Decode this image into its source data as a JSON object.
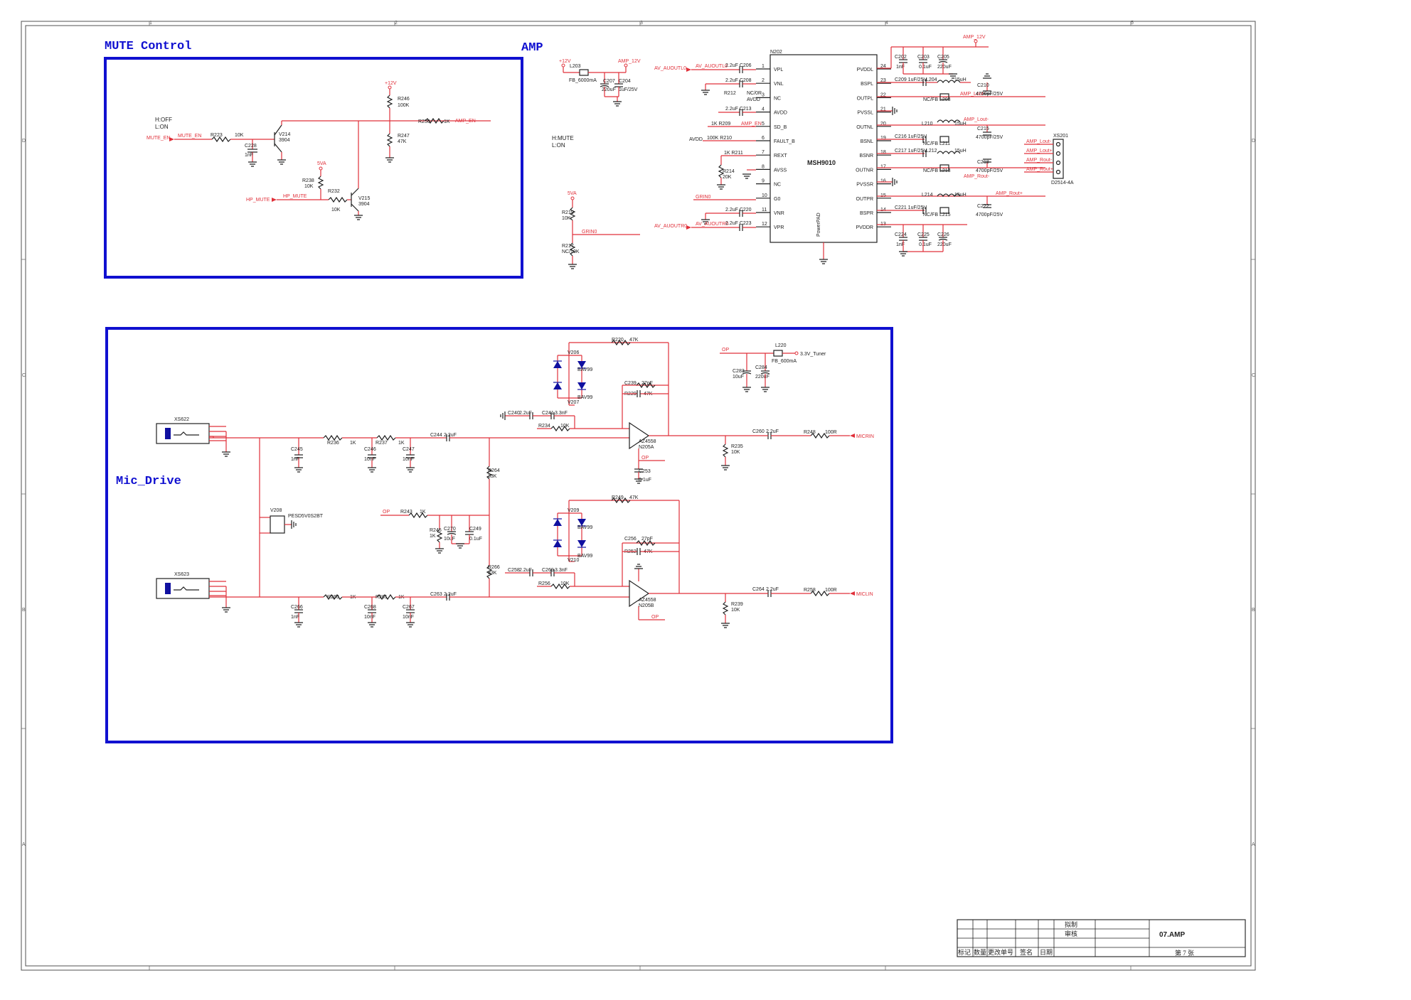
{
  "sections": {
    "mute_title": "MUTE Control",
    "amp_title": "AMP",
    "mic_title": "Mic_Drive"
  },
  "mute": {
    "hoff": "H:OFF",
    "lon": "L:ON",
    "net_mute_en": "MUTE_EN",
    "net_mute_en2": "MUTE_EN",
    "net_hp_mute": "HP_MUTE",
    "net_hp_mute2": "HP_MUTE",
    "net_amp_en": "AMP_EN",
    "p12v": "+12V",
    "p5va": "5VA",
    "r223": "R223",
    "r223v": "10K",
    "c228": "C228",
    "c228v": "1nF",
    "v214": "V214",
    "v214p": "3904",
    "r246": "R246",
    "r246v": "100K",
    "r247": "R247",
    "r247v": "47K",
    "r250": "R250",
    "r250v": "1K",
    "r238": "R238",
    "r238v": "10K",
    "r232": "R232",
    "r232v": "10K",
    "v215": "V215",
    "v215p": "3904"
  },
  "amp": {
    "hmute": "H:MUTE",
    "lon": "L:ON",
    "p12v": "+12V",
    "amp12v": "AMP_12V",
    "amp12v2": "AMP_12V",
    "l203": "L203",
    "l203v": "FB_6000mA",
    "c207": "C207",
    "c207v": "220uF",
    "c204": "C204",
    "c204v": "1uF/25V",
    "p5va": "5VA",
    "r219": "R219",
    "r219v": "10K",
    "r217": "R217",
    "r217v": "NC/10K",
    "grin0": "GRIN0",
    "grin0b": "GRIN0",
    "ic_ref": "N202",
    "ic_name": "MSH9010",
    "ic_pad": "PowerPAD",
    "pins_left": [
      {
        "n": "1",
        "name": "VPL"
      },
      {
        "n": "2",
        "name": "VNL"
      },
      {
        "n": "3",
        "name": "NC"
      },
      {
        "n": "4",
        "name": "AVDD"
      },
      {
        "n": "5",
        "name": "SD_B"
      },
      {
        "n": "6",
        "name": "FAULT_B"
      },
      {
        "n": "7",
        "name": "REXT"
      },
      {
        "n": "8",
        "name": "AVSS"
      },
      {
        "n": "9",
        "name": "NC"
      },
      {
        "n": "10",
        "name": "G0"
      },
      {
        "n": "11",
        "name": "VNR"
      },
      {
        "n": "12",
        "name": "VPR"
      }
    ],
    "pins_right": [
      {
        "n": "24",
        "name": "PVDDL"
      },
      {
        "n": "23",
        "name": "BSPL"
      },
      {
        "n": "22",
        "name": "OUTPL"
      },
      {
        "n": "21",
        "name": "PVSSL"
      },
      {
        "n": "20",
        "name": "OUTNL"
      },
      {
        "n": "19",
        "name": "BSNL"
      },
      {
        "n": "18",
        "name": "BSNR"
      },
      {
        "n": "17",
        "name": "OUTNR"
      },
      {
        "n": "16",
        "name": "PVSSR"
      },
      {
        "n": "15",
        "name": "OUTPR"
      },
      {
        "n": "14",
        "name": "BSPR"
      },
      {
        "n": "13",
        "name": "PVDDR"
      }
    ],
    "av_left": "AV_AUOUTL0",
    "av_right": "AV_AUOUTR0",
    "c206": "2.2uF  C206",
    "c208": "2.2uF  C208",
    "c213": "2.2uF  C213",
    "c220": "2.2uF  C220",
    "c223": "2.2uF  C223",
    "r212": "R212",
    "r212v": "NC/0R",
    "avdd": "AVDD",
    "avdd2": "AVDD",
    "r209": "1K  R209",
    "r210": "100K  R210",
    "r211": "1K  R211",
    "r214": "R214",
    "r214v": "20K",
    "amp_en": "AMP_EN",
    "c202": "C202",
    "c202v": "1nF",
    "c203": "C203",
    "c203v": "0.1uF",
    "c205": "C205",
    "c205v": "220uF",
    "c209": "C209  1uF/25V",
    "l204": "L204",
    "l204v": "15uH",
    "nc208": "NC/FB  L208",
    "c210": "C210",
    "c210v": "4700pF/25V",
    "l210": "L210",
    "l210v": "15uH",
    "c215": "C215",
    "c215v": "4700pF/25V",
    "c216": "C216  1uF/25V",
    "nc211": "NC/FB  L211",
    "c217": "C217  1uF/25V",
    "l212": "L212",
    "l212v": "15uH",
    "nc213": "NC/FB  L213",
    "c218": "C218",
    "c218v": "4700pF/25V",
    "l214": "L214",
    "l214v": "15uH",
    "c221": "C221  1uF/25V",
    "nc215": "NC/FB  L215",
    "c222": "C222",
    "c222v": "4700pF/25V",
    "c224": "C224",
    "c224v": "1nF",
    "c225": "C225",
    "c225v": "0.1uF",
    "c226": "C226",
    "c226v": "220uF",
    "amp_lout_p": "AMP_Lout+",
    "amp_lout_n": "AMP_Lout-",
    "amp_rout_n": "AMP_Rout-",
    "amp_rout_p": "AMP_Rout+",
    "xs201": "XS201",
    "xs201p": "D2514-4A",
    "conn_nets": [
      "AMP_Lout-",
      "AMP_Lout+",
      "AMP_Rout-",
      "AMP_Rout+"
    ]
  },
  "mic": {
    "xs622": "XS622",
    "xs623": "XS623",
    "v208": "V208",
    "v208p": "PESD5V0S2BT",
    "r236": "R236",
    "r236v": "1K",
    "r237": "R237",
    "r237v": "1K",
    "c245": "C245",
    "c245v": "1nF",
    "c246": "C246",
    "c246v": "10nF",
    "c247": "C247",
    "c247v": "10nF",
    "c244": "C244",
    "c244v": "2.2uF",
    "r264": "R264",
    "r264v": "33K",
    "r266": "R266",
    "r266v": "33K",
    "op": "OP",
    "r243": "R243",
    "r243v": "1K",
    "r245": "R245",
    "r245v": "1K",
    "c270": "C270",
    "c270v": "10uF",
    "c249": "C249",
    "c249v": "0.1uF",
    "c240": "C240",
    "c240v": "2.2uF",
    "c241": "C241",
    "c241v": "3.3nF",
    "r234": "R234",
    "r234v": "10K",
    "v206": "V206",
    "v207": "V207",
    "bav99": "BAV99",
    "bav99b": "BAV99",
    "r220": "R220",
    "r220v": "47K",
    "c239": "C239",
    "c239v": "27pF",
    "r229": "R229",
    "r229v": "47K",
    "n205a": "AZ4558",
    "n205ap": "N205A",
    "c253": "C253",
    "c253v": "0.1uF",
    "op2": "OP",
    "c260": "C260",
    "c260v": "2.2uF",
    "r248": "R248",
    "r248v": "100R",
    "micrin": "MICRIN",
    "r235": "R235",
    "r235v": "10K",
    "op3": "OP",
    "l220": "L220",
    "l220v": "FB_600mA",
    "tuner": "3.3V_Tuner",
    "c283": "C283",
    "c283v": "10uF",
    "c284": "C284",
    "c284v": "220uF",
    "r260": "R260",
    "r260v": "1K",
    "r261": "R261",
    "r261v": "1K",
    "c266": "C266",
    "c266v": "1nF",
    "c268": "C268",
    "c268v": "10nF",
    "c267": "C267",
    "c267v": "10nF",
    "c263": "C263",
    "c263v": "2.2uF",
    "c258": "C258",
    "c258v": "2.2uF",
    "c269": "C269",
    "c269v": "3.3nF",
    "r256": "R256",
    "r256v": "10K",
    "v209": "V209",
    "v210": "V210",
    "bav99c": "BAV99",
    "bav99d": "BAV99",
    "r249": "R249",
    "r249v": "47K",
    "c256": "C256",
    "c256v": "27pF",
    "r252": "R252",
    "r252v": "47K",
    "n205b": "AZ4558",
    "n205bp": "N205B",
    "op4": "OP",
    "c264": "C264",
    "c264v": "2.2uF",
    "r258": "R258",
    "r258v": "100R",
    "micin": "MICLIN",
    "r239": "R239",
    "r239v": "10K"
  },
  "titleblock": {
    "c1": "标记",
    "c2": "数量",
    "c3": "更改单号",
    "c4": "签名",
    "c5": "日期",
    "draft": "拟制",
    "review": "审核",
    "sheet_name": "07.AMP",
    "page": "第  7  张"
  },
  "grid": {
    "top": [
      "1",
      "2",
      "3",
      "4",
      "5"
    ],
    "side": [
      "D",
      "C",
      "B",
      "A"
    ]
  }
}
